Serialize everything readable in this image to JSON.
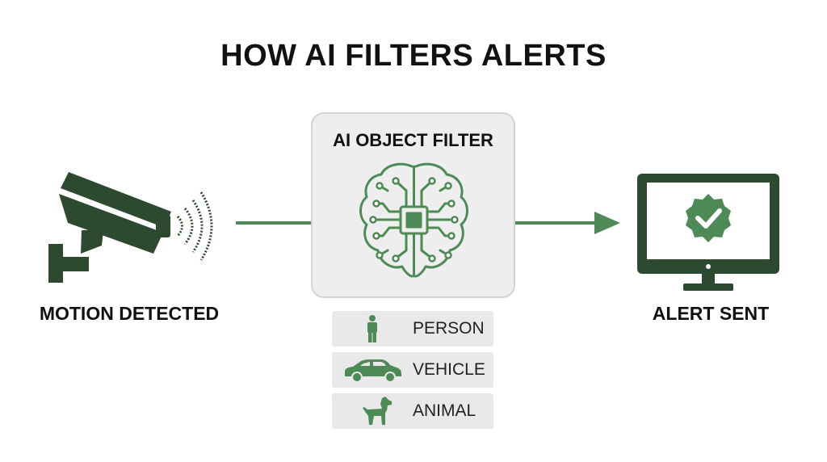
{
  "title": "HOW AI FILTERS ALERTS",
  "colors": {
    "icon_dark": "#2d4a30",
    "accent_green": "#4e8a56",
    "panel_bg": "#eeeeee",
    "category_bg": "#e9e9e9"
  },
  "steps": {
    "motion": {
      "label": "MOTION DETECTED",
      "icon": "security-camera-icon"
    },
    "filter": {
      "label": "AI OBJECT FILTER",
      "icon": "ai-brain-chip-icon"
    },
    "alert": {
      "label": "ALERT SENT",
      "icon": "monitor-check-icon"
    }
  },
  "categories": [
    {
      "label": "PERSON",
      "icon": "person-icon"
    },
    {
      "label": "VEHICLE",
      "icon": "car-icon"
    },
    {
      "label": "ANIMAL",
      "icon": "dog-icon"
    }
  ]
}
